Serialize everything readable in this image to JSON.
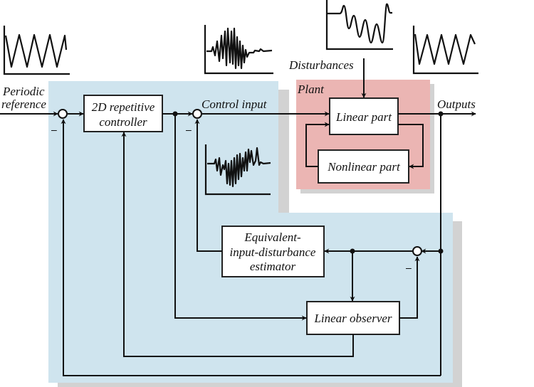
{
  "diagram": {
    "regions": {
      "controller_region_color": "#cfe4ee",
      "plant_region_color": "#ebb5b3",
      "shadow_color": "#d2d2d2"
    },
    "labels": {
      "periodic_reference_line1": "Periodic",
      "periodic_reference_line2": "reference",
      "control_input": "Control input",
      "disturbances": "Disturbances",
      "plant": "Plant",
      "outputs": "Outputs"
    },
    "blocks": {
      "repetitive_controller_line1": "2D repetitive",
      "repetitive_controller_line2": "controller",
      "linear_part": "Linear part",
      "nonlinear_part": "Nonlinear part",
      "eid_line1": "Equivalent-",
      "eid_line2": "input-disturbance",
      "eid_line3": "estimator",
      "linear_observer": "Linear observer"
    },
    "summing_junction_sign": "–",
    "waveform_thumbnails": [
      {
        "name": "periodic-reference-waveform",
        "kind": "triangle wave"
      },
      {
        "name": "control-input-waveform",
        "kind": "noisy oscillation"
      },
      {
        "name": "disturbance-waveform",
        "kind": "sinusoidal burst"
      },
      {
        "name": "output-waveform",
        "kind": "triangle wave"
      },
      {
        "name": "estimated-disturbance-waveform",
        "kind": "noisy oscillation"
      }
    ]
  }
}
